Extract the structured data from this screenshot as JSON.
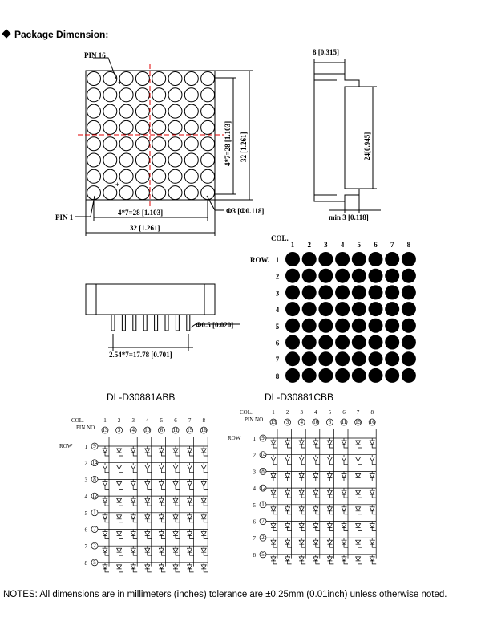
{
  "header": {
    "title": "Package Dimension:"
  },
  "front_view": {
    "pin16_label": "PIN 16",
    "pin1_label": "PIN 1",
    "height_inner": "4*7=28 [1.103]",
    "height_outer": "32 [1.261]",
    "width_inner": "4*7=28 [1.103]",
    "width_outer": "32 [1.261]",
    "dot_diameter": "Φ3 [Φ0.118]"
  },
  "side_view": {
    "thickness": "8 [0.315]",
    "height": "24[0.945]",
    "min_standoff": "min 3 [0.118]"
  },
  "bottom_view": {
    "pin_diameter": "Φ0.5 [0.020]",
    "pitch": "2.54*7=17.78 [0.701]"
  },
  "matrix_view": {
    "col_label": "COL.",
    "row_label": "ROW.",
    "cols": [
      "1",
      "2",
      "3",
      "4",
      "5",
      "6",
      "7",
      "8"
    ],
    "rows": [
      "1",
      "2",
      "3",
      "4",
      "5",
      "6",
      "7",
      "8"
    ]
  },
  "schematic_a": {
    "title": "DL-D30881ABB",
    "col_label": "COL.",
    "row_label": "ROW",
    "pin_label": "PIN NO.",
    "cols": [
      "1",
      "2",
      "3",
      "4",
      "5",
      "6",
      "7",
      "8"
    ],
    "rows": [
      "1",
      "2",
      "3",
      "4",
      "5",
      "6",
      "7",
      "8"
    ],
    "col_pins": [
      "13",
      "3",
      "4",
      "10",
      "6",
      "11",
      "15",
      "16"
    ],
    "row_pins": [
      "9",
      "14",
      "8",
      "12",
      "1",
      "7",
      "2",
      "5"
    ]
  },
  "schematic_b": {
    "title": "DL-D30881CBB",
    "col_label": "COL.",
    "row_label": "ROW",
    "pin_label": "PIN NO.",
    "cols": [
      "1",
      "2",
      "3",
      "4",
      "5",
      "6",
      "7",
      "8"
    ],
    "rows": [
      "1",
      "2",
      "3",
      "4",
      "5",
      "6",
      "7",
      "8"
    ],
    "col_pins": [
      "13",
      "3",
      "4",
      "10",
      "6",
      "11",
      "15",
      "16"
    ],
    "row_pins": [
      "9",
      "14",
      "8",
      "12",
      "1",
      "7",
      "2",
      "5"
    ]
  },
  "notes": "NOTES: All dimensions are in millimeters (inches) tolerance are ±0.25mm (0.01inch) unless otherwise noted."
}
